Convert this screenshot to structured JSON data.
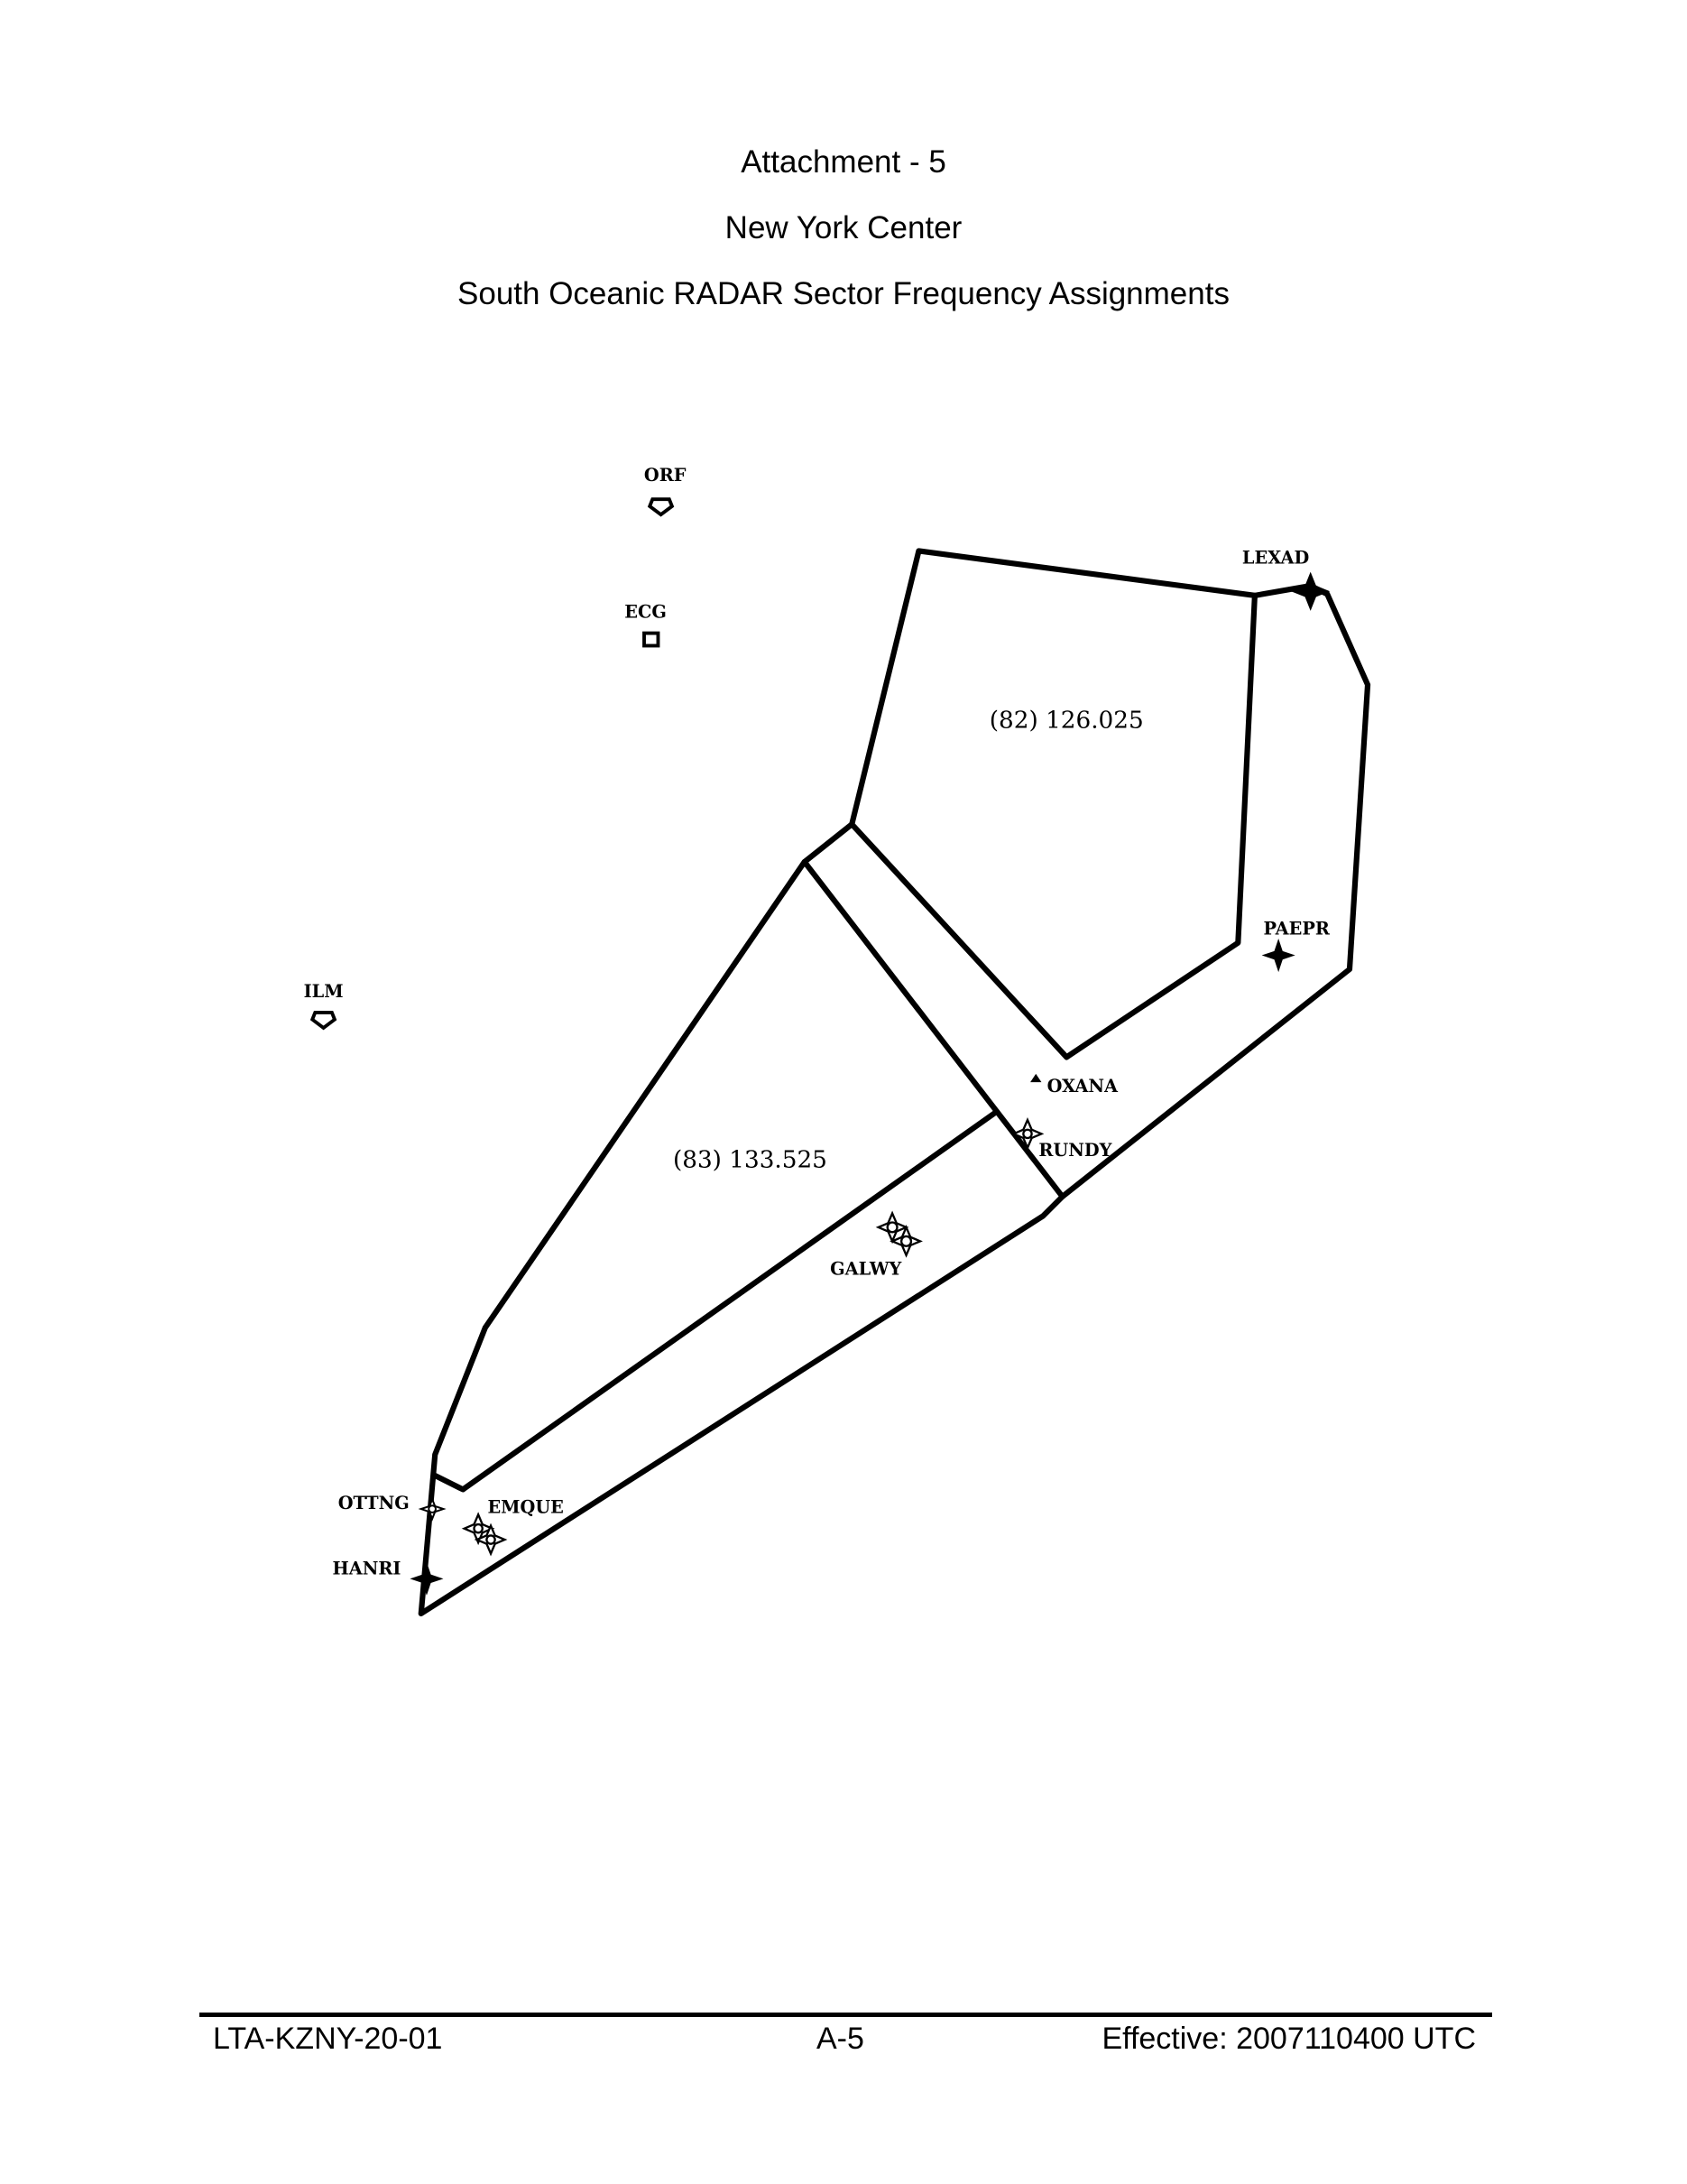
{
  "header": {
    "line1": "Attachment - 5",
    "line2": "New York Center",
    "line3": "South Oceanic RADAR Sector Frequency Assignments"
  },
  "map": {
    "sectors": [
      {
        "label": "(82) 126.025"
      },
      {
        "label": "(83) 133.525"
      }
    ],
    "navaids": {
      "orf": "ORF",
      "ecg": "ECG",
      "ilm": "ILM"
    },
    "fixes": {
      "lexad": "LEXAD",
      "paepr": "PAEPR",
      "oxana": "OXANA",
      "rundy": "RUNDY",
      "galwy": "GALWY",
      "emque": "EMQUE",
      "ottng": "OTTNG",
      "hanri": "HANRI"
    }
  },
  "footer": {
    "doc_id": "LTA-KZNY-20-01",
    "page": "A-5",
    "effective": "Effective: 2007110400 UTC"
  }
}
